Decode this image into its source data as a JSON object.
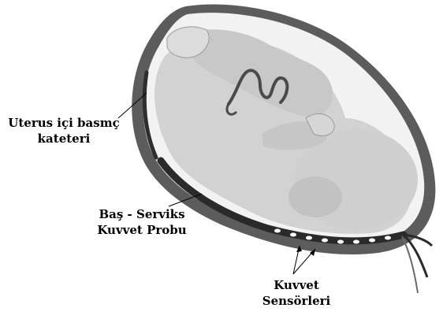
{
  "labels": {
    "uterus_catheter": [
      "Uterus içi basmç",
      "kateteri"
    ],
    "head_cervix_probe": [
      "Baş - Serviks",
      "Kuvvet Probu"
    ],
    "force_sensors": [
      "Kuvvet",
      "Sensörleri"
    ]
  },
  "colors": {
    "uterus_wall": "#5c5c5c",
    "amniotic_space": "#f2f2f2",
    "fetus_skin": "#d2d2d2",
    "fetus_shadow": "#bdbdbd",
    "probe": "#2a2a2a",
    "sensor_dot": "#ffffff"
  }
}
